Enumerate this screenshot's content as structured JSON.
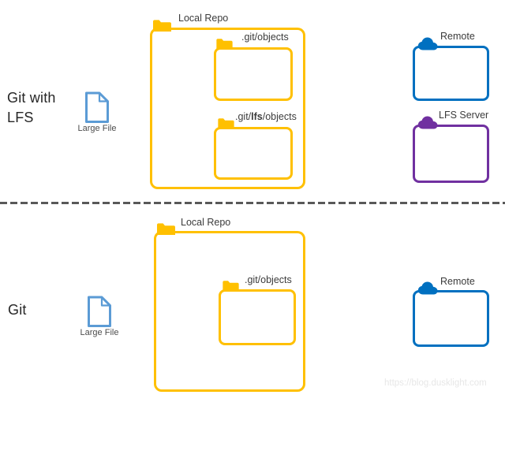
{
  "colors": {
    "gold": "#FFC000",
    "blue": "#0070C0",
    "purple": "#7030A0",
    "file-blue": "#5B9BD5",
    "divider": "#595959",
    "label": "#3B3B3B",
    "title": "#262626",
    "watermark": "#E7E7E7"
  },
  "git_lfs": {
    "title_line1": "Git with",
    "title_line2": "LFS",
    "large_file_label": "Large File",
    "local_repo_label": "Local Repo",
    "git_objects_label": ".git/objects",
    "lfs_objects": {
      "prefix": ".git/",
      "bold": "lfs",
      "suffix": "/objects"
    },
    "remote_label": "Remote",
    "lfs_server_label": "LFS Server"
  },
  "git": {
    "title": "Git",
    "large_file_label": "Large File",
    "local_repo_label": "Local Repo",
    "git_objects_label": ".git/objects",
    "remote_label": "Remote"
  },
  "watermark": "https://blog.dusklight.com"
}
